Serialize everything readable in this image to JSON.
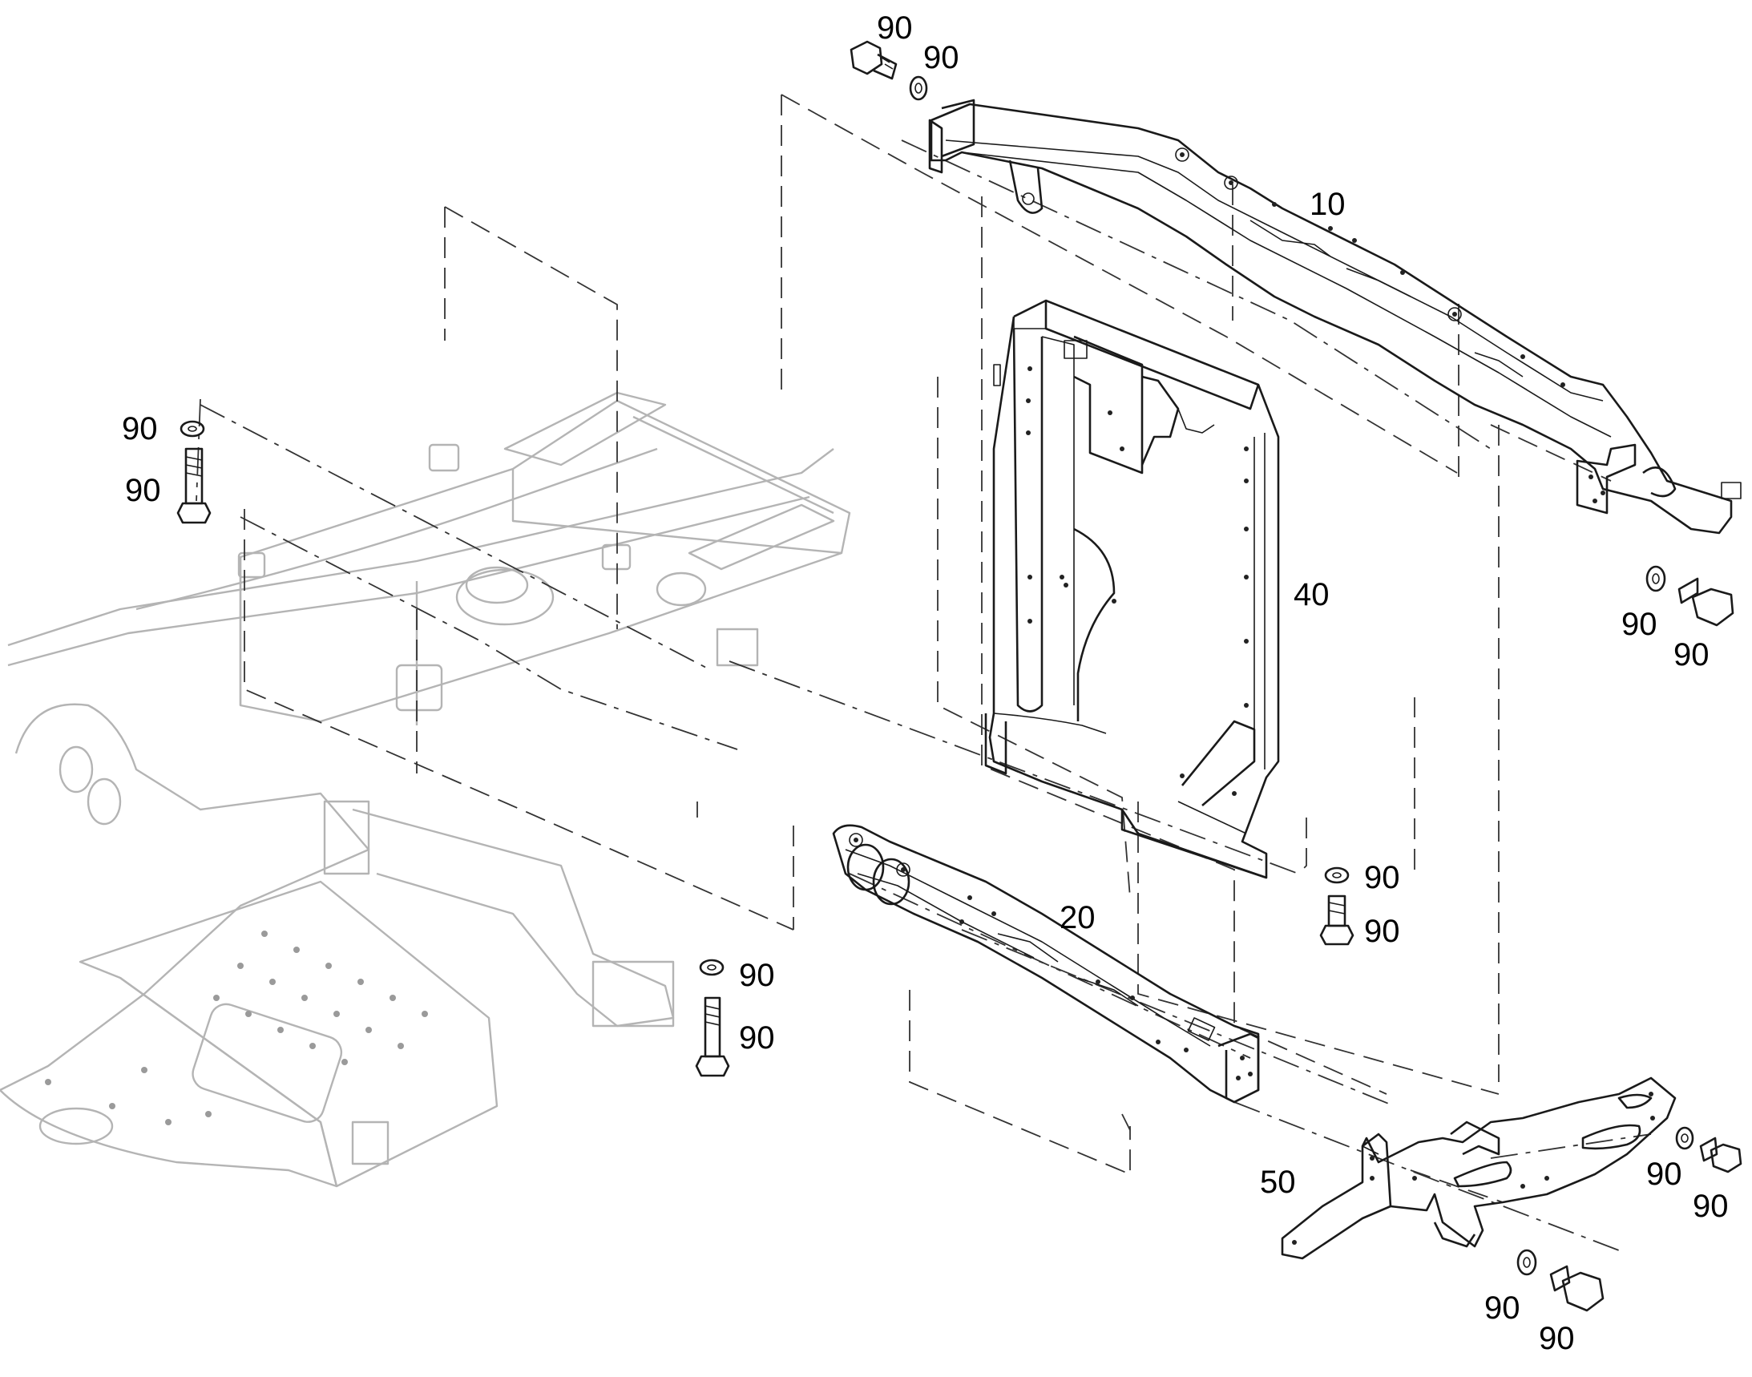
{
  "callouts": {
    "p10": "10",
    "p20": "20",
    "p40": "40",
    "p50": "50",
    "p90": "90"
  }
}
